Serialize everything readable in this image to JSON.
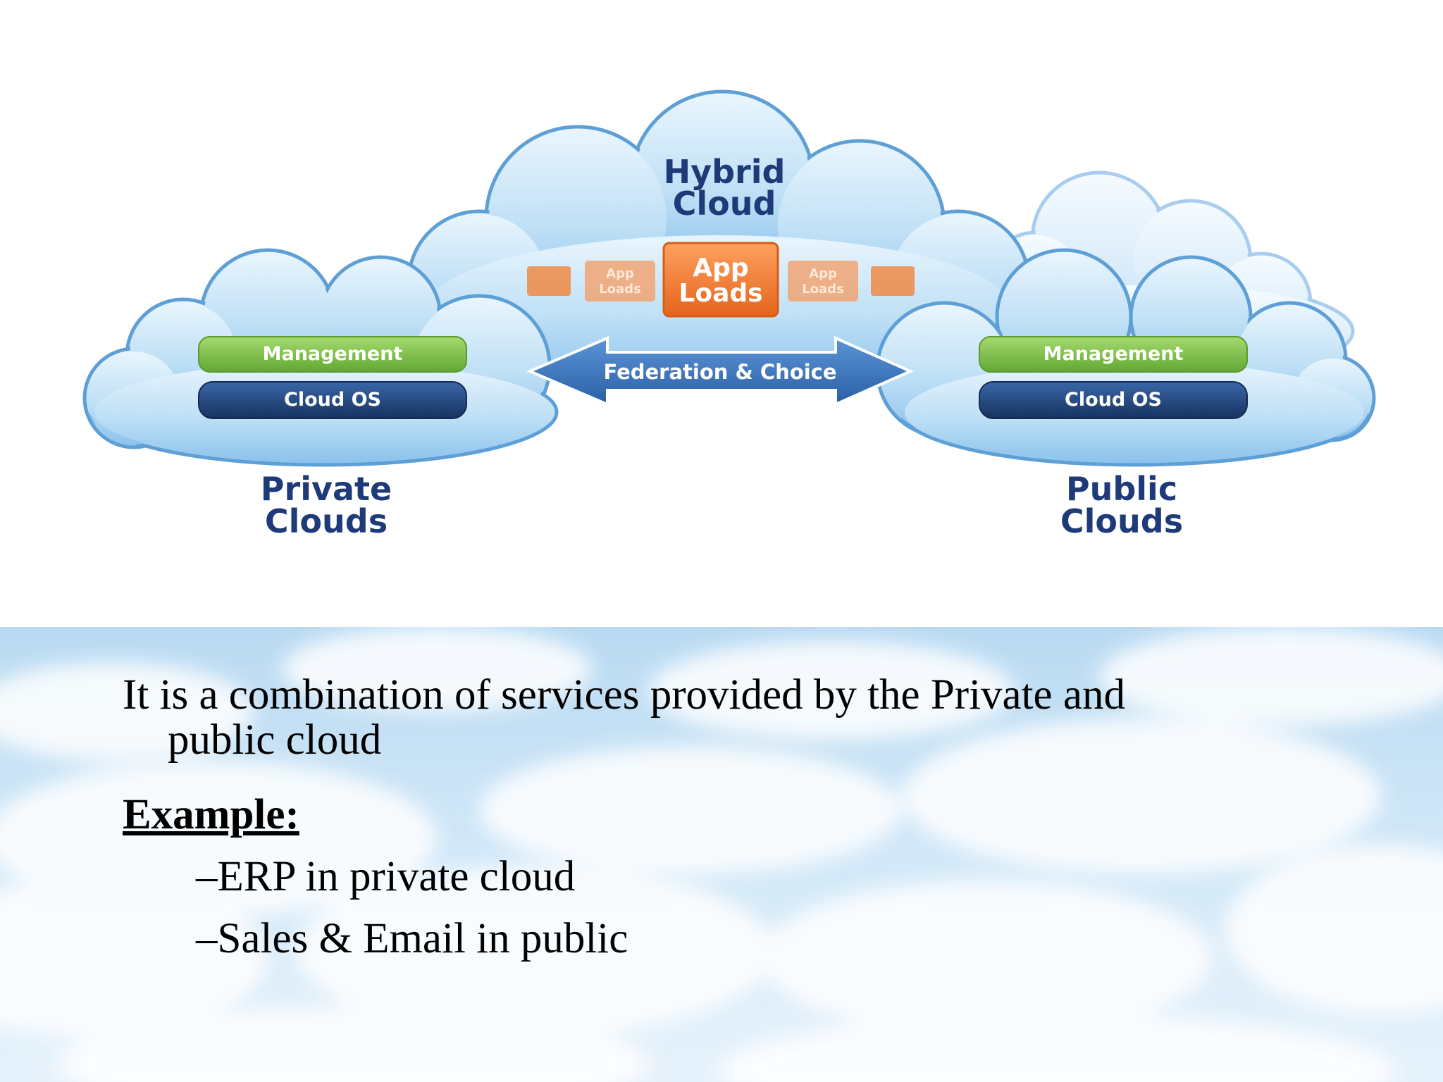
{
  "diagram": {
    "hybrid": {
      "title_line1": "Hybrid",
      "title_line2": "Cloud"
    },
    "app_loads_main": {
      "line1": "App",
      "line2": "Loads"
    },
    "app_loads_faded": {
      "line1": "App",
      "line2": "Loads"
    },
    "arrow_label": "Federation & Choice",
    "private": {
      "management": "Management",
      "os": "Cloud OS",
      "label_line1": "Private",
      "label_line2": "Clouds"
    },
    "public": {
      "management": "Management",
      "os": "Cloud OS",
      "label_line1": "Public",
      "label_line2": "Clouds"
    },
    "colors": {
      "cloud_fill": "#bfe0f6",
      "cloud_stroke": "#6aa9dc",
      "label_navy": "#1f3a78",
      "mgmt_green": "#7fc04b",
      "os_navy": "#1d3f75",
      "app_orange": "#f07a2f",
      "arrow_blue": "#2f6fb9"
    }
  },
  "body_text": {
    "line1": "It is a combination of services provided by the Private and",
    "line2": "public cloud",
    "example_label": "Example:",
    "items": [
      "–ERP in private cloud",
      "–Sales & Email in public"
    ]
  }
}
